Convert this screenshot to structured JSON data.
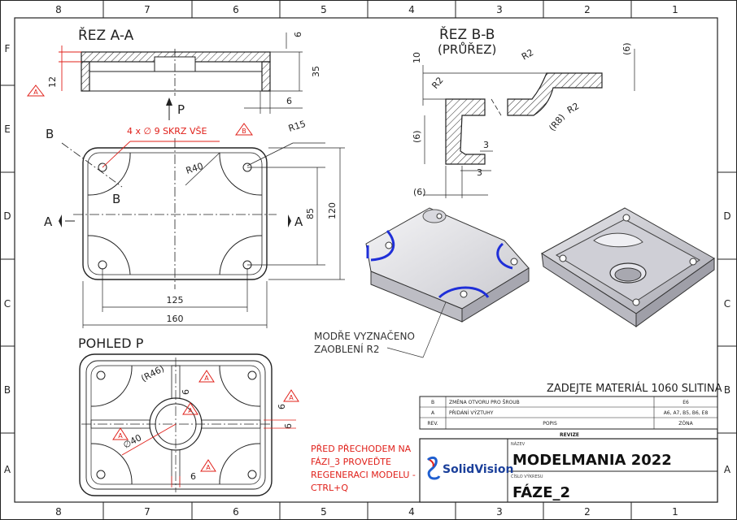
{
  "zones": {
    "top": [
      "8",
      "7",
      "6",
      "5",
      "4",
      "3",
      "2",
      "1"
    ],
    "bottom": [
      "8",
      "7",
      "6",
      "5",
      "4",
      "3",
      "2",
      "1"
    ],
    "left": [
      "F",
      "E",
      "D",
      "C",
      "B",
      "A"
    ],
    "right": [
      "D",
      "C",
      "B",
      "A"
    ]
  },
  "views": {
    "section_aa": {
      "title": "ŘEZ A-A",
      "dims": [
        "6",
        "35",
        "12",
        "6"
      ],
      "marker": "A"
    },
    "section_bb": {
      "title": "ŘEZ B-B",
      "subtitle": "(PRŮŘEZ)",
      "dims": [
        "10",
        "(6)",
        "R2",
        "R2",
        "R2",
        "(R8)",
        "(6)",
        "3",
        "3",
        "(6)"
      ]
    },
    "top_view": {
      "hole_note": "4 x ∅ 9 SKRZ VŠE",
      "marker": "B",
      "dims": [
        "R15",
        "R40",
        "85",
        "120",
        "125",
        "160"
      ],
      "cut_labels": [
        "B",
        "B",
        "A",
        "A",
        "P"
      ]
    },
    "pohled_p": {
      "title": "POHLED P",
      "dims": [
        "(R46)",
        "6",
        "6",
        "∅40",
        "6",
        "6"
      ],
      "markers": [
        "A",
        "A",
        "A",
        "A",
        "A"
      ]
    },
    "iso_note": {
      "line1": "MODŘE VYZNAČENO",
      "line2": "ZAOBLENÍ R2"
    },
    "red_note": [
      "PŘED PŘECHODEM NA",
      "FÁZI_3 PROVEĎTE",
      "REGENERACI MODELU -",
      "CTRL+Q"
    ]
  },
  "material": "ZADEJTE MATERIÁL 1060 SLITINA",
  "revisions": {
    "rows": [
      {
        "rev": "B",
        "desc": "ZMĚNA OTVORU PRO ŠROUB",
        "zone": "E6"
      },
      {
        "rev": "A",
        "desc": "PŘIDÁNÍ VÝZTUHY",
        "zone": "A6, A7, B5, B6, E8"
      }
    ],
    "header": {
      "rev": "REV.",
      "desc": "POPIS",
      "zone": "ZÓNA"
    },
    "caption": "REVIZE"
  },
  "title_block": {
    "logo": "SolidVision",
    "name_label": "NÁZEV",
    "name": "MODELMANIA 2022",
    "num_label": "ČÍSLO VÝKRESU",
    "number": "FÁZE_2"
  },
  "colors": {
    "line": "#222222",
    "red": "#e0201a",
    "blue": "#1f2fd8",
    "hatch": "#333333"
  }
}
